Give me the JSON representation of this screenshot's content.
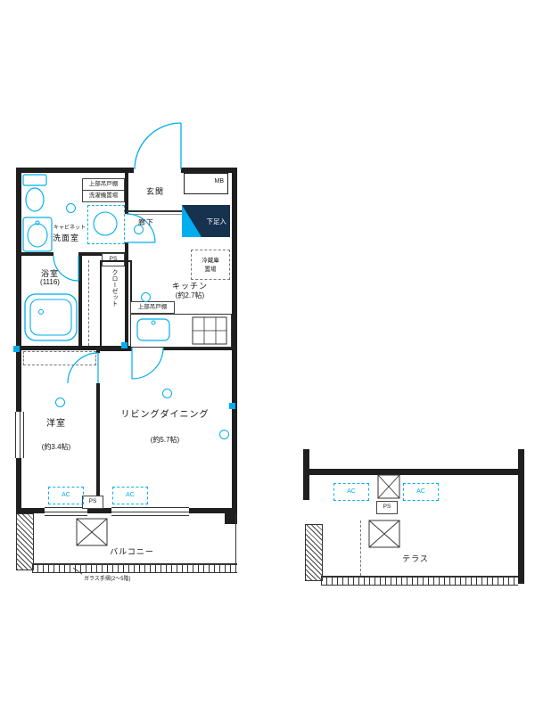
{
  "floorplan": {
    "rooms": {
      "genkan": {
        "label": "玄関"
      },
      "rouka": {
        "label": "廊下"
      },
      "senmen": {
        "label": "洗面室"
      },
      "yokushitsu": {
        "label": "浴室",
        "size": "(1116)"
      },
      "kitchen": {
        "label": "キッチン",
        "size": "(約2.7帖)"
      },
      "living": {
        "label": "リビングダイニング",
        "size": "(約5.7帖)"
      },
      "youshitsu": {
        "label": "洋室",
        "size": "(約3.4帖)"
      },
      "balcony": {
        "label": "バルコニー"
      },
      "terrace": {
        "label": "テラス"
      }
    },
    "features": {
      "mb": "MB",
      "ps": "PS",
      "ac": "AC",
      "shoe_cabinet": "下足入",
      "closet": "クローゼット",
      "fridge_line1": "冷蔵庫",
      "fridge_line2": "置場",
      "upper_cabinet": "上部吊戸棚",
      "washer_space": "洗濯機置場",
      "cabinet": "キャビネット",
      "kitchen_upper_cabinet": "上部吊戸棚",
      "glass_rail_note": "ガラス手摺(2〜5階)"
    },
    "colors": {
      "fixture": "#00AEEF",
      "wall": "#1f1f1f",
      "shoe_box_bg": "#16324f"
    }
  }
}
